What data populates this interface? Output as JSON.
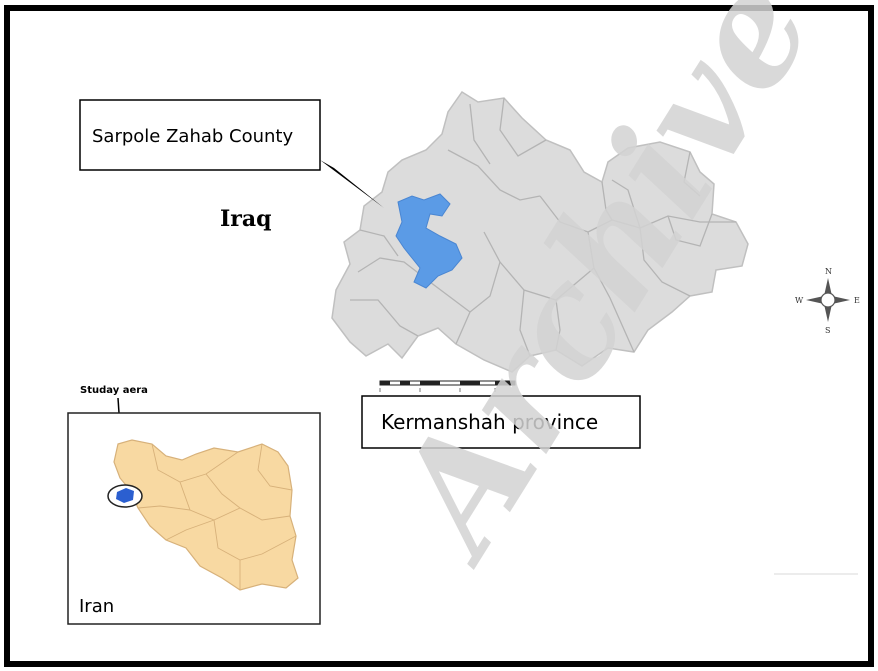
{
  "map": {
    "callout_label": "Sarpole Zahab County",
    "country_label": "Iraq",
    "province_label": "Kermanshah province",
    "inset_title": "Studay aera",
    "inset_country_label": "Iran",
    "compass": {
      "n": "N",
      "s": "S",
      "e": "E",
      "w": "W"
    },
    "watermark": "Archive of SID"
  },
  "colors": {
    "border": "#000000",
    "province_fill": "#dcdcdc",
    "district_line": "#b4b4b4",
    "study_area": "#5b9be6",
    "iran_fill": "#f8d9a2",
    "iran_outline": "#d7b17a",
    "watermark": "#d2d2d2"
  }
}
